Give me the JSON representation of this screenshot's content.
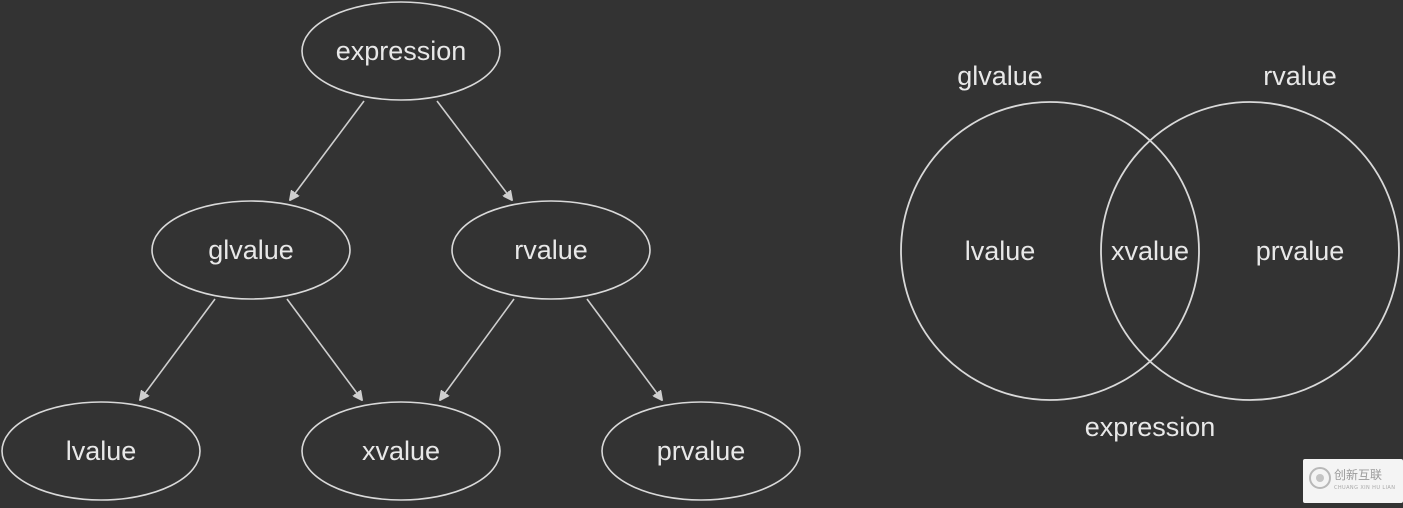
{
  "tree": {
    "nodes": {
      "expression": "expression",
      "glvalue": "glvalue",
      "rvalue": "rvalue",
      "lvalue": "lvalue",
      "xvalue": "xvalue",
      "prvalue": "prvalue"
    },
    "edges": [
      [
        "expression",
        "glvalue"
      ],
      [
        "expression",
        "rvalue"
      ],
      [
        "glvalue",
        "lvalue"
      ],
      [
        "glvalue",
        "xvalue"
      ],
      [
        "rvalue",
        "xvalue"
      ],
      [
        "rvalue",
        "prvalue"
      ]
    ]
  },
  "venn": {
    "left_set_label": "glvalue",
    "right_set_label": "rvalue",
    "left_only_label": "lvalue",
    "intersection_label": "xvalue",
    "right_only_label": "prvalue",
    "universe_label": "expression"
  },
  "watermark": {
    "text": "创新互联",
    "subtext": "CHUANG XIN HU LIAN"
  },
  "colors": {
    "background": "#333333",
    "stroke": "#d9d9d9",
    "text": "#e8e8e8"
  }
}
